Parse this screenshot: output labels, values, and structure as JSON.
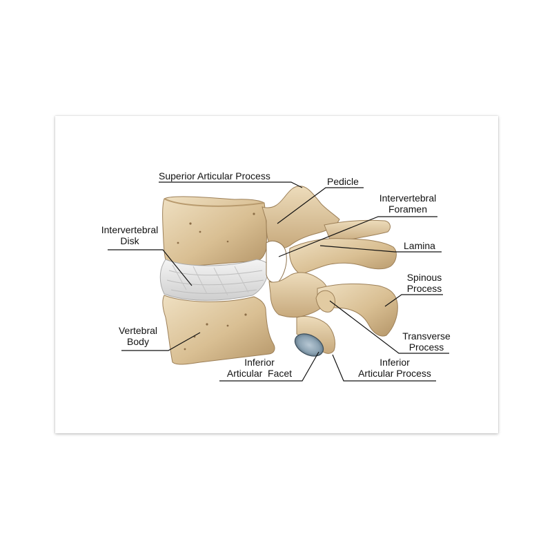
{
  "labels": {
    "superior_articular_process": "Superior Articular Process",
    "pedicle": "Pedicle",
    "intervertebral_foramen": [
      "Intervertebral",
      "Foramen"
    ],
    "intervertebral_disk": [
      "Intervertebral",
      "Disk"
    ],
    "lamina": "Lamina",
    "spinous_process": [
      "Spinous",
      "Process"
    ],
    "vertebral_body": [
      "Vertebral",
      "Body"
    ],
    "transverse_process": [
      "Transverse",
      "Process"
    ],
    "inferior_articular_facet": [
      "Inferior",
      "Articular  Facet"
    ],
    "inferior_articular_process": [
      "Inferior",
      "Articular Process"
    ]
  },
  "colors": {
    "bone": "#dcc39a",
    "bone_light": "#ecdcbc",
    "bone_dark": "#a2845a",
    "disk": "#e4e4e4",
    "facet": "#7f99aa",
    "leader_line": "#111111"
  }
}
